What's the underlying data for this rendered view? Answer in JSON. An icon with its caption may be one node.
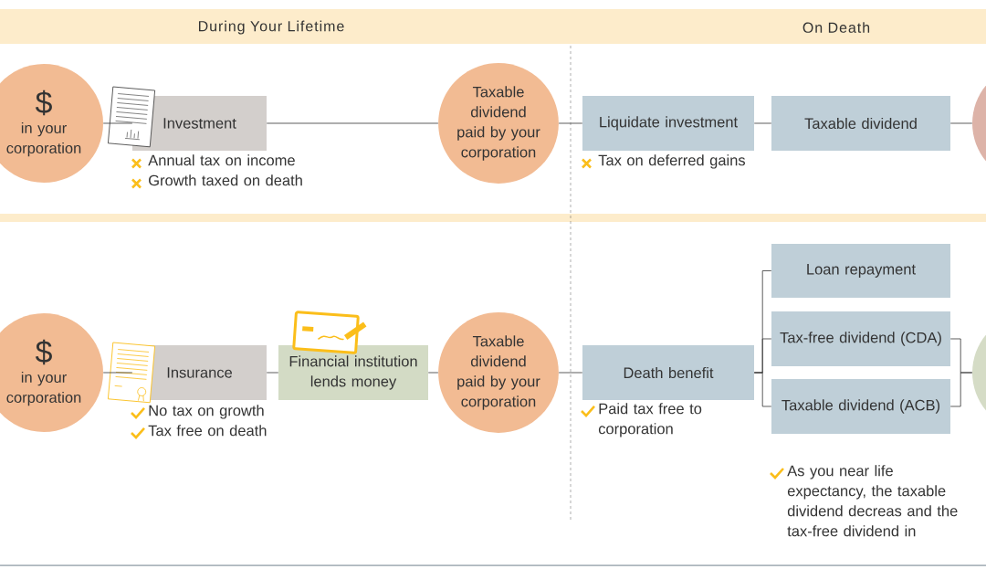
{
  "diagram": {
    "nodes": [
      {
        "text": [
          "$",
          "in your corporation"
        ]
      },
      {
        "text": [
          "Investment"
        ],
        "beside": [
          "Annual tax on income",
          "Growth taxed on death"
        ]
      },
      {
        "text": [
          "Taxable dividend paid by your corporation"
        ]
      },
      {
        "text": [
          "Liquidate investment"
        ],
        "beside": [
          "Tax on deferred gains"
        ]
      },
      {
        "text": [
          "Taxable dividend"
        ]
      },
      {
        "text": [],
        "shape": "circle"
      },
      {
        "text": [
          "$",
          "in your corporation"
        ]
      },
      {
        "text": [
          "Insurance"
        ],
        "beside": [
          "No tax on growth",
          "Tax free on death"
        ]
      },
      {
        "text": [
          "Financial institution lends money"
        ]
      },
      {
        "text": [
          "Taxable dividend paid by your corporation"
        ]
      },
      {
        "text": [
          "Death benefit"
        ],
        "beside": [
          "Paid tax free to corporation"
        ]
      },
      {
        "text": [
          "Loan repayment"
        ]
      },
      {
        "text": [
          "Tax-free dividend (CDA)"
        ]
      },
      {
        "text": [
          "Taxable dividend (ACB)"
        ],
        "beside": [
          "As you near life expectancy, the taxable dividend decreas and the tax-free dividend in"
        ]
      },
      {
        "text": [],
        "shape": "circle"
      }
    ],
    "edges": [
      {
        "from": 0,
        "to": 1,
        "arrow": "none"
      },
      {
        "from": 1,
        "to": 2,
        "arrow": "none"
      },
      {
        "from": 2,
        "to": 3,
        "arrow": "none"
      },
      {
        "from": 3,
        "to": 4,
        "arrow": "none"
      },
      {
        "from": 4,
        "to": 5,
        "arrow": "none"
      },
      {
        "from": 6,
        "to": 7,
        "arrow": "none"
      },
      {
        "from": 7,
        "to": 8,
        "arrow": "none"
      },
      {
        "from": 8,
        "to": 9,
        "arrow": "none"
      },
      {
        "from": 9,
        "to": 10,
        "arrow": "none"
      },
      {
        "from": 10,
        "to": 11,
        "arrow": "none"
      },
      {
        "from": 10,
        "to": 12,
        "arrow": "none"
      },
      {
        "from": 10,
        "to": 13,
        "arrow": "none"
      },
      {
        "from": 12,
        "to": 14,
        "arrow": "none"
      },
      {
        "from": 13,
        "to": 14,
        "arrow": "none"
      }
    ],
    "labels": [
      "During Your Lifetime",
      "On Death"
    ]
  }
}
